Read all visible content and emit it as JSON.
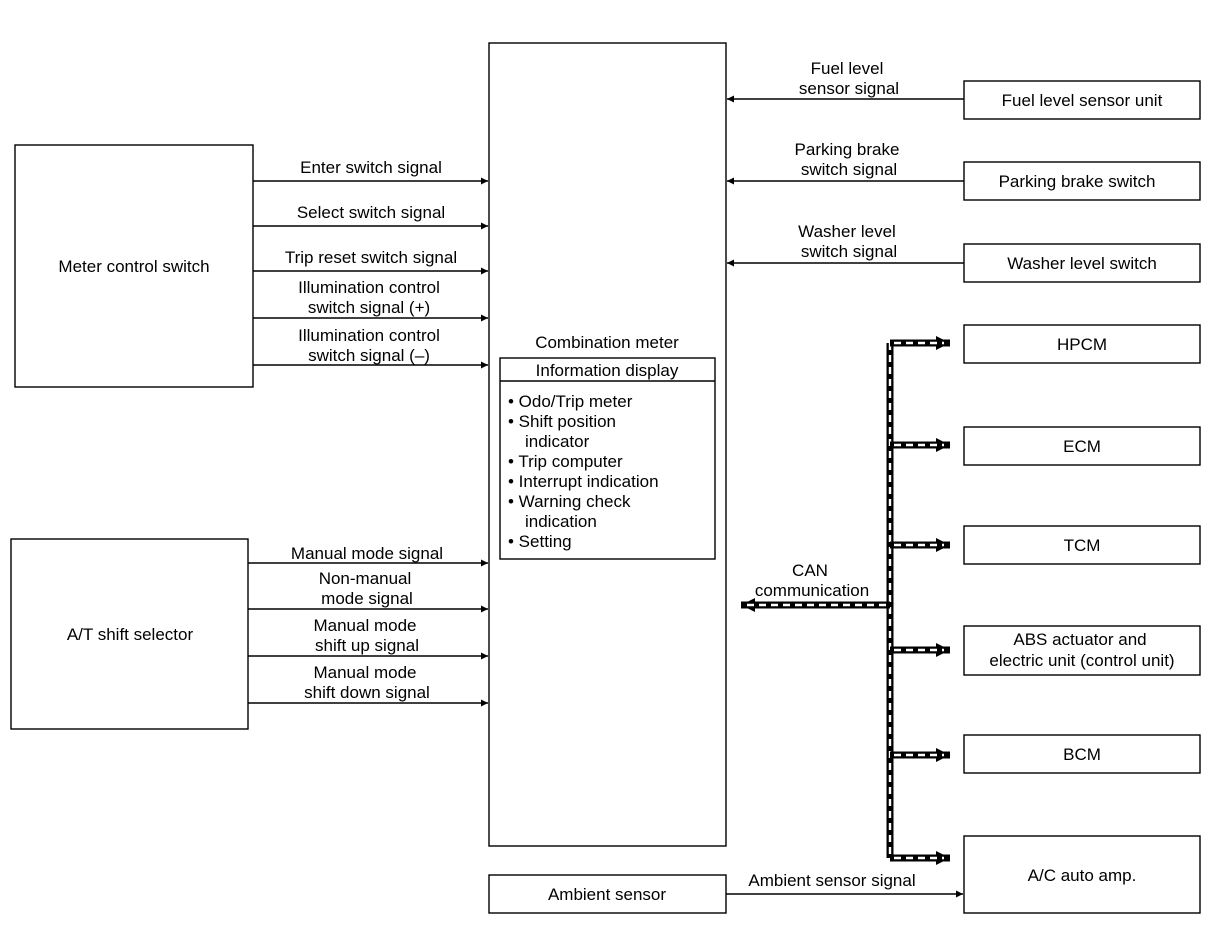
{
  "center": {
    "title": "Combination meter",
    "info_title": "Information display",
    "info_items": [
      "• Odo/Trip meter",
      "• Shift position",
      "indicator",
      "• Trip computer",
      "• Interrupt indication",
      "• Warning check",
      "indication",
      "• Setting"
    ]
  },
  "meter_switch": {
    "label": "Meter control switch",
    "signals": {
      "enter": "Enter switch signal",
      "select": "Select switch signal",
      "trip_reset": "Trip reset switch signal",
      "illum_plus_1": "Illumination control",
      "illum_plus_2": "switch signal (+)",
      "illum_minus_1": "Illumination control",
      "illum_minus_2": "switch signal (–)"
    }
  },
  "shift_selector": {
    "label": "A/T shift selector",
    "signals": {
      "manual": "Manual mode signal",
      "non_manual_1": "Non-manual",
      "non_manual_2": "mode signal",
      "shift_up_1": "Manual mode",
      "shift_up_2": "shift up signal",
      "shift_down_1": "Manual mode",
      "shift_down_2": "shift down signal"
    }
  },
  "right_inputs": {
    "fuel": {
      "label": "Fuel level sensor unit",
      "sig1": "Fuel level",
      "sig2": "sensor signal"
    },
    "parking": {
      "label": "Parking brake switch",
      "sig1": "Parking brake",
      "sig2": "switch signal"
    },
    "washer": {
      "label": "Washer level switch",
      "sig1": "Washer level",
      "sig2": "switch signal"
    }
  },
  "can": {
    "label1": "CAN",
    "label2": "communication",
    "units": {
      "hpcm": "HPCM",
      "ecm": "ECM",
      "tcm": "TCM",
      "abs_1": "ABS actuator and",
      "abs_2": "electric unit (control unit)",
      "bcm": "BCM",
      "ac": "A/C auto amp."
    }
  },
  "ambient": {
    "label": "Ambient sensor",
    "signal": "Ambient sensor signal"
  }
}
